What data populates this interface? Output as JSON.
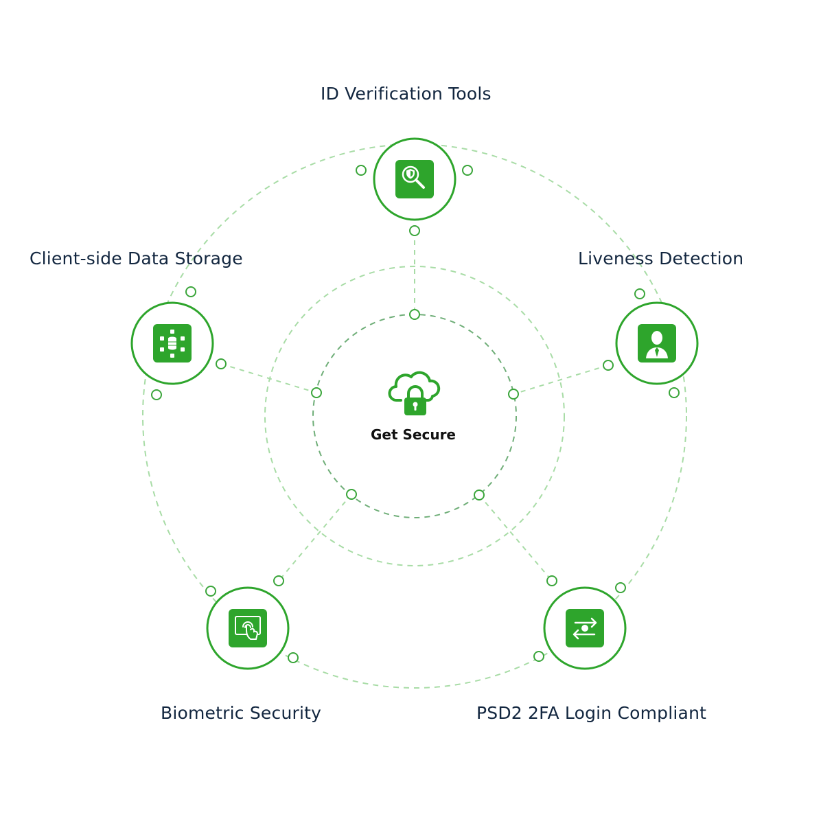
{
  "center": {
    "label": "Get Secure",
    "icon": "cloud-lock-icon"
  },
  "features": [
    {
      "label": "ID Verification Tools",
      "icon": "magnifier-shield-icon"
    },
    {
      "label": "Liveness Detection",
      "icon": "person-icon"
    },
    {
      "label": "PSD2 2FA Login Compliant",
      "icon": "exchange-arrows-icon"
    },
    {
      "label": "Biometric Security",
      "icon": "fingerprint-touch-icon"
    },
    {
      "label": "Client-side Data Storage",
      "icon": "database-nodes-icon"
    }
  ],
  "colors": {
    "accent": "#2ea52c",
    "ring_outer": "#a8dca6",
    "ring_inner": "#6fae78",
    "label_text": "#12263f",
    "center_text": "#111111"
  }
}
